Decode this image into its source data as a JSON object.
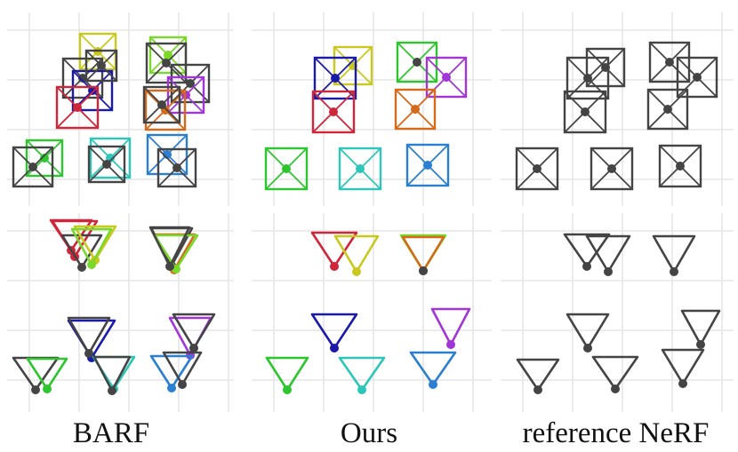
{
  "captions": {
    "barf": "BARF",
    "ours": "Ours",
    "reference": "reference NeRF"
  },
  "colors": {
    "gray": "#444444",
    "red": "#d0263a",
    "yellow": "#c8c81e",
    "lime": "#7ad82a",
    "purple": "#a135d6",
    "blue": "#1a1aaa",
    "orange": "#d46a1a",
    "green": "#2ec62e",
    "cyan": "#2ec6b8",
    "steel": "#2a7fd0"
  },
  "panels": [
    {
      "id": "barf-top",
      "kind": "top",
      "label_key": "barf"
    },
    {
      "id": "ours-top",
      "kind": "top",
      "label_key": "ours"
    },
    {
      "id": "ref-top",
      "kind": "top",
      "label_key": "reference"
    },
    {
      "id": "barf-side",
      "kind": "side",
      "label_key": "barf"
    },
    {
      "id": "ours-side",
      "kind": "side",
      "label_key": "ours"
    },
    {
      "id": "ref-side",
      "kind": "side",
      "label_key": "reference"
    }
  ]
}
